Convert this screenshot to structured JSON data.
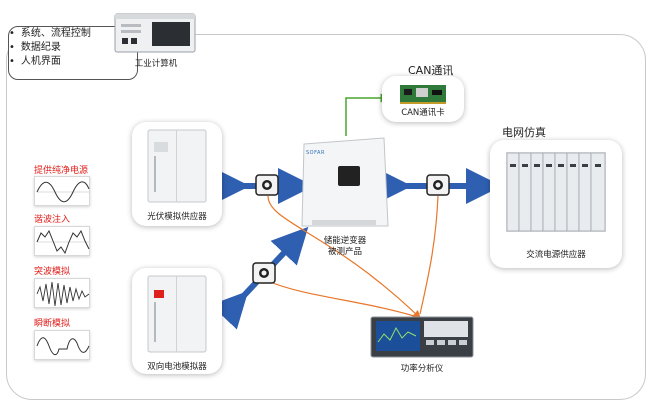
{
  "controller": {
    "bullets": [
      "系统、流程控制",
      "数据纪录",
      "人机界面"
    ],
    "label": "工业计算机"
  },
  "can": {
    "title": "CAN通讯",
    "card_label": "CAN通讯卡"
  },
  "grid": {
    "title": "电网仿真",
    "device_label": "交流电源供应器"
  },
  "pv": {
    "label": "光伏模拟供应器"
  },
  "battery": {
    "label": "双向电池模拟器"
  },
  "dut": {
    "label_line1": "储能逆变器",
    "label_line2": "被测产品",
    "brand": "SOFAR"
  },
  "analyzer": {
    "label": "功率分析仪"
  },
  "waveforms": [
    {
      "label": "提供纯净电源",
      "icon": "sine-wave"
    },
    {
      "label": "谐波注入",
      "icon": "harmonic-wave"
    },
    {
      "label": "突波模拟",
      "icon": "surge-wave"
    },
    {
      "label": "瞬断模拟",
      "icon": "interrupt-wave"
    }
  ],
  "colors": {
    "red_label": "#e0201c",
    "flow_arrow": "#2f5fb0",
    "can_arrow": "#4aa52e",
    "signal_line": "#e8772a"
  }
}
